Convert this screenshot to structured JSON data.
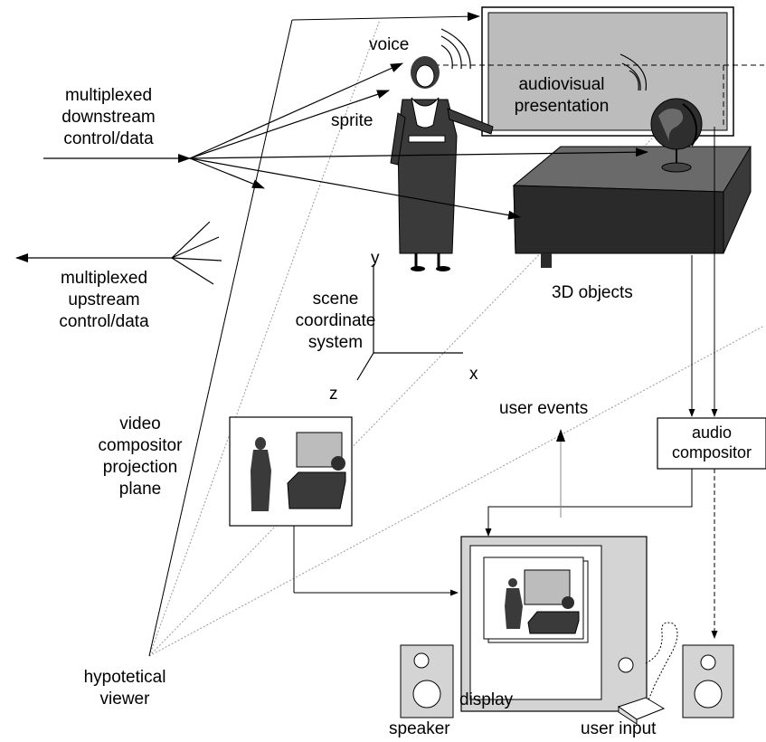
{
  "labels": {
    "voice": "voice",
    "audiovisual_presentation": [
      "audiovisual",
      "presentation"
    ],
    "sprite": "sprite",
    "downstream": [
      "multiplexed",
      "downstream",
      "control/data"
    ],
    "upstream": [
      "multiplexed",
      "upstream",
      "control/data"
    ],
    "scene_coordinate_system": [
      "scene",
      "coordinate",
      "system"
    ],
    "axis_y": "y",
    "axis_x": "x",
    "axis_z": "z",
    "objects_3d": "3D objects",
    "user_events": "user events",
    "audio_compositor": [
      "audio",
      "compositor"
    ],
    "video_projection_plane": [
      "video",
      "compositor",
      "projection",
      "plane"
    ],
    "hypothetical_viewer": [
      "hypotetical",
      "viewer"
    ],
    "display": "display",
    "speaker": "speaker",
    "user_input": "user input"
  },
  "colors": {
    "screen_gray": "#bcbcbc",
    "desk_dark": "#3a3a3a",
    "desk_top": "#555555",
    "monitor_bezel": "#d4d4d4",
    "line": "#000000",
    "light_line": "#888888"
  }
}
